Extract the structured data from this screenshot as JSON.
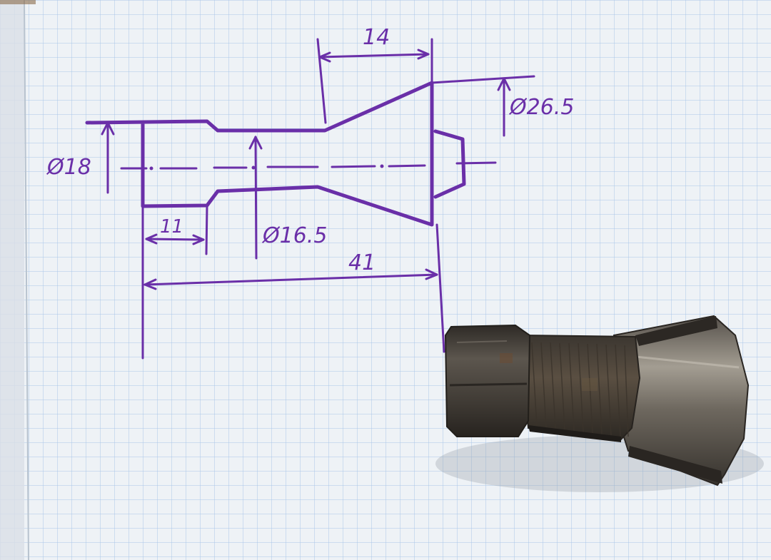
{
  "photo": {
    "subject": "graph-paper-sketch-with-metal-collet",
    "paper_color": "#eef2f6",
    "grid_color": "#8fb5e0",
    "ink_color": "#6a2fa8",
    "metal_color": "#4d4843"
  },
  "sketch": {
    "dimensions": {
      "top_length": "14",
      "end_diameter": "Ø26.5",
      "body_diameter": "Ø18",
      "neck_diameter": "Ø16.5",
      "shoulder_length": "11",
      "overall_length": "41"
    }
  }
}
